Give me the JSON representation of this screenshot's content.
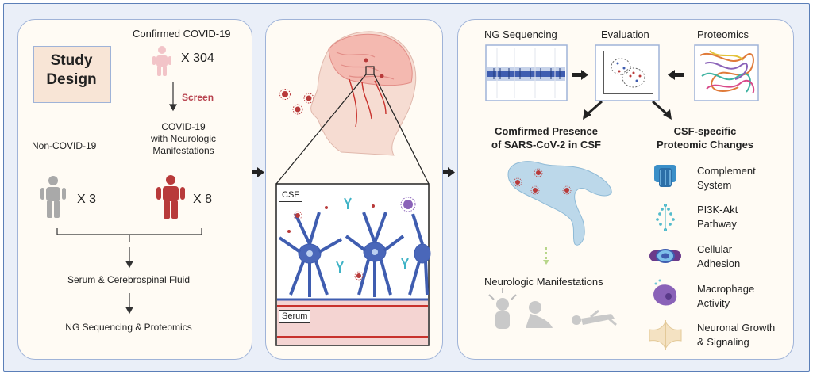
{
  "study": {
    "title_line1": "Study",
    "title_line2": "Design",
    "confirmed": "Confirmed COVID-19",
    "confirmed_count": "X 304",
    "screen": "Screen",
    "covid_neuro_l1": "COVID-19",
    "covid_neuro_l2": "with Neurologic",
    "covid_neuro_l3": "Manifestations",
    "non_covid": "Non-COVID-19",
    "non_covid_count": "X 3",
    "neuro_count": "X 8",
    "samples": "Serum & Cerebrospinal Fluid",
    "methods": "NG Sequencing  & Proteomics"
  },
  "middle": {
    "csf_label": "CSF",
    "serum_label": "Serum"
  },
  "analysis": {
    "ng_seq": "NG Sequencing",
    "evaluation": "Evaluation",
    "proteomics": "Proteomics",
    "finding1_l1": "Comfirmed Presence",
    "finding1_l2": "of SARS-CoV-2 in CSF",
    "finding2_l1": "CSF-specific",
    "finding2_l2": "Proteomic Changes",
    "neuro_manifest": "Neurologic Manifestations",
    "pathways": [
      {
        "l1": "Complement",
        "l2": "System",
        "icon": "complement-icon"
      },
      {
        "l1": "PI3K-Akt",
        "l2": "Pathway",
        "icon": "pi3k-icon"
      },
      {
        "l1": "Cellular",
        "l2": "Adhesion",
        "icon": "adhesion-icon"
      },
      {
        "l1": "Macrophage",
        "l2": "Activity",
        "icon": "macrophage-icon"
      },
      {
        "l1": "Neuronal Growth",
        "l2": "& Signaling",
        "icon": "neuron-growth-icon"
      }
    ]
  },
  "colors": {
    "frame_border": "#5b7fb8",
    "panel_fill": "#fffbf4",
    "study_box": "#f8e5d6",
    "confirmed_person": "#f2c4c8",
    "neuro_person": "#b83a3a",
    "control_person": "#a9a9a9",
    "screen_text": "#b8434f",
    "neuron": "#3f5db0",
    "virus": "#b83a3a",
    "brain": "#f6cfc6",
    "ventricle": "#bcd8ea"
  }
}
